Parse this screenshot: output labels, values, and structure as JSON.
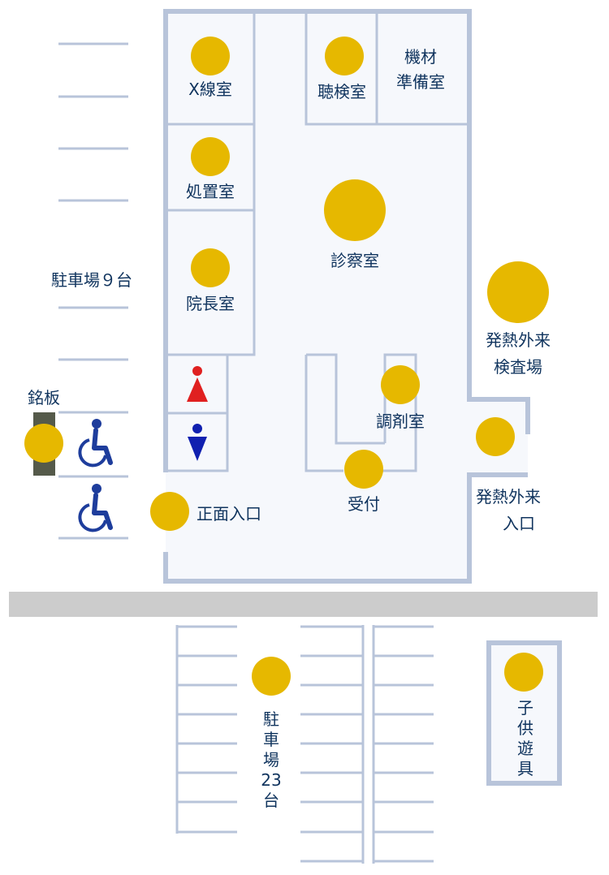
{
  "rooms": {
    "xray": "X線室",
    "hearing": "聴検室",
    "equipment_1": "機材",
    "equipment_2": "準備室",
    "treatment": "処置室",
    "exam": "診察室",
    "director": "院長室",
    "pharmacy": "調剤室",
    "reception": "受付"
  },
  "entrances": {
    "main": "正面入口",
    "fever_1": "発熱外来",
    "fever_2": "入口"
  },
  "fever_test": {
    "line1": "発熱外来",
    "line2": "検査場"
  },
  "parking_left": "駐車場９台",
  "parking_bottom": [
    "駐",
    "車",
    "場",
    "23",
    "台"
  ],
  "nameplate": "銘板",
  "playground": [
    "子",
    "供",
    "遊",
    "具"
  ],
  "colors": {
    "marker": "#e6b800",
    "wall": "#b8c4da",
    "floor": "#f6f8fc",
    "road": "#cccccc",
    "text": "#10345e",
    "wheelchair": "#1e3d9c",
    "restroom_female": "#e02020",
    "restroom_male": "#1020b0",
    "nameplate_post": "#555a4a"
  },
  "icons": [
    "wheelchair-icon",
    "female-restroom-icon",
    "male-restroom-icon"
  ]
}
